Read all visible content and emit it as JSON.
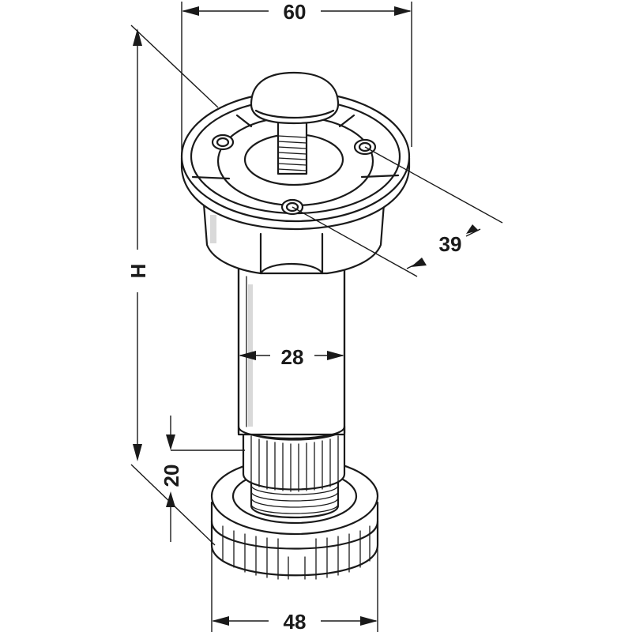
{
  "dimensions": {
    "top_width": "60",
    "bolt_circle": "39",
    "height": "H",
    "tube_diameter": "28",
    "thread_length": "20",
    "base_diameter": "48"
  }
}
